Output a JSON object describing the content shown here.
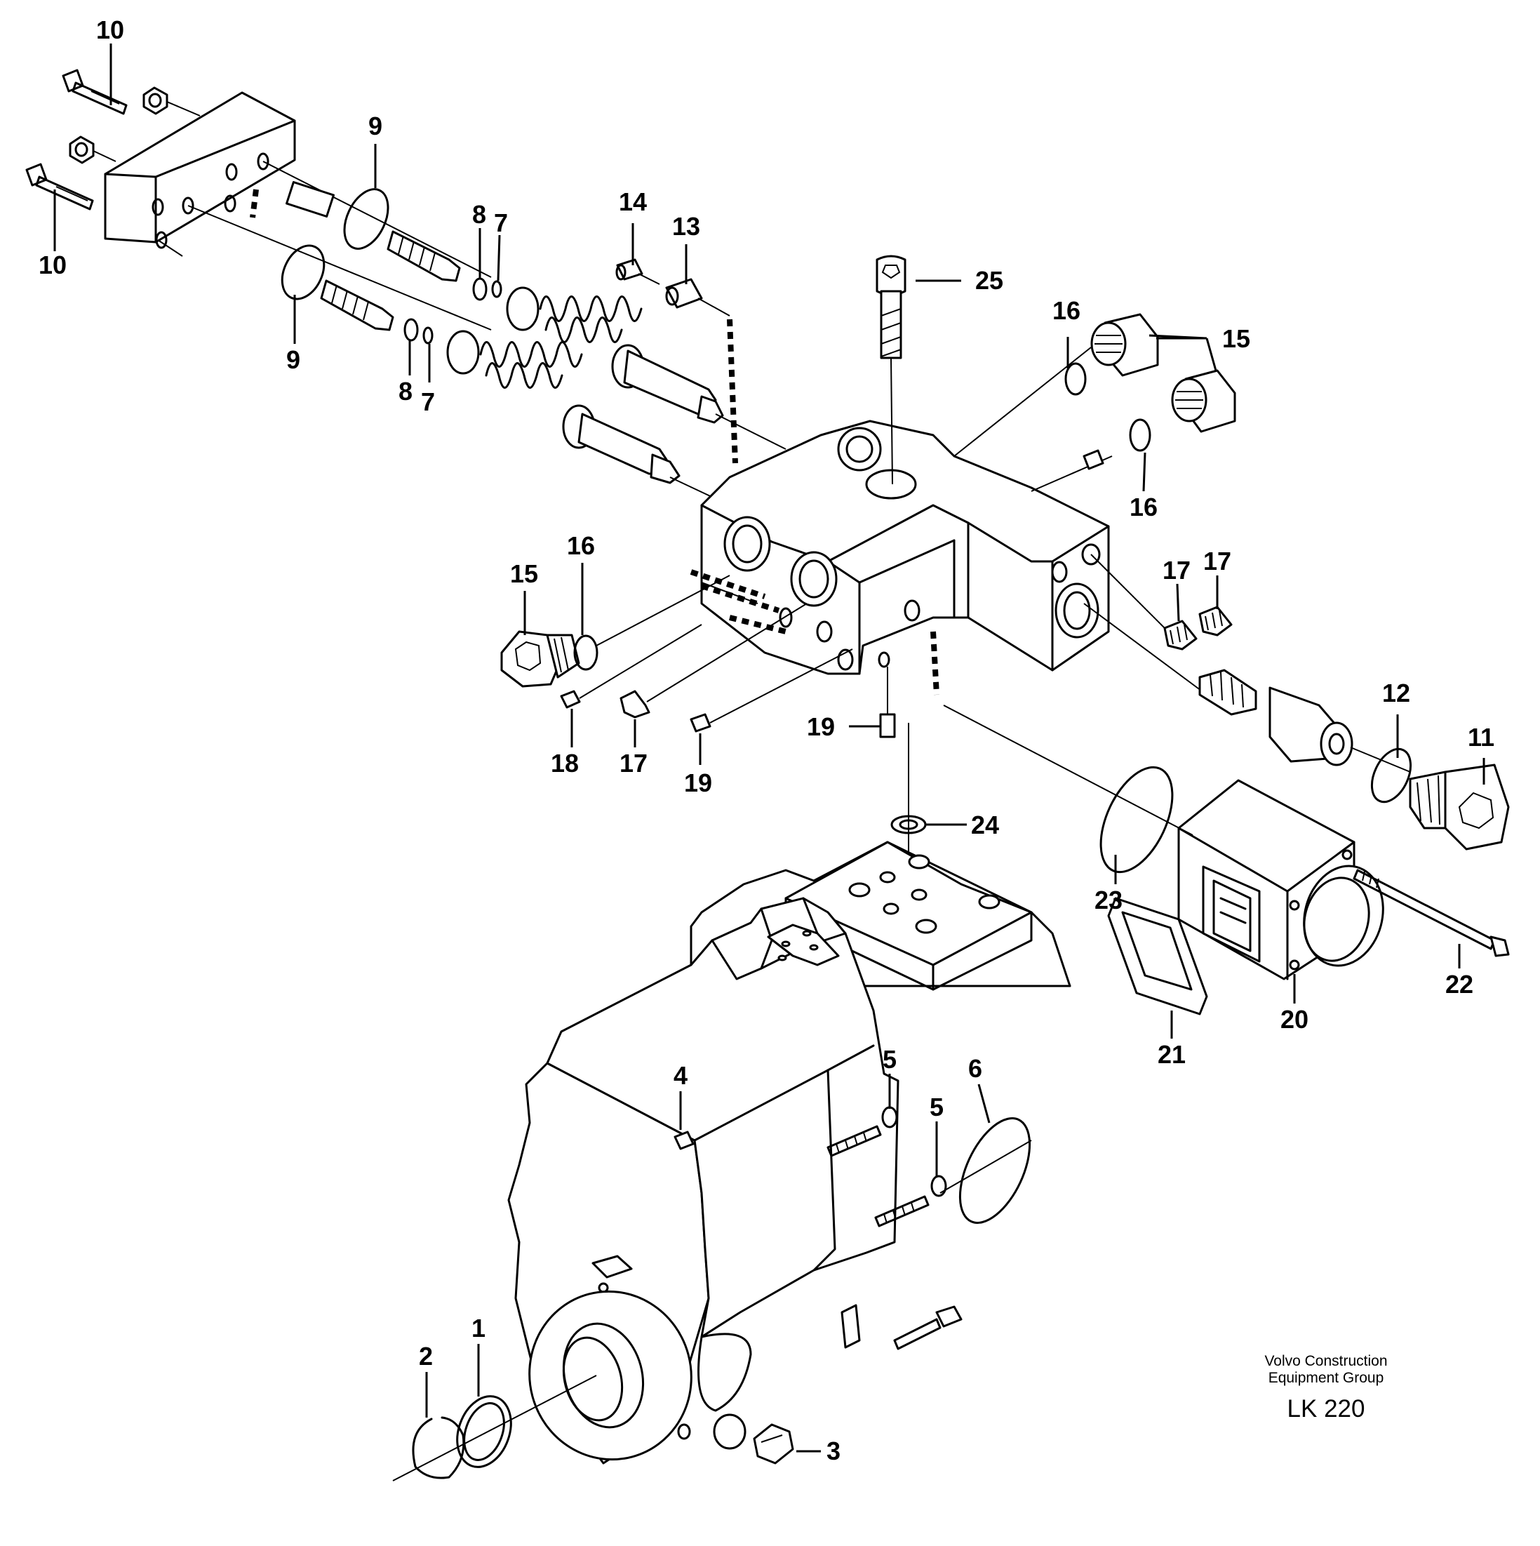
{
  "callouts": {
    "c1": "1",
    "c2": "2",
    "c3": "3",
    "c4": "4",
    "c5a": "5",
    "c5b": "5",
    "c6": "6",
    "c7a": "7",
    "c7b": "7",
    "c8a": "8",
    "c8b": "8",
    "c9a": "9",
    "c9b": "9",
    "c10a": "10",
    "c10b": "10",
    "c11": "11",
    "c12": "12",
    "c13": "13",
    "c14": "14",
    "c15a": "15",
    "c15b": "15",
    "c16a": "16",
    "c16b": "16",
    "c16c": "16",
    "c17a": "17",
    "c17b": "17",
    "c17c": "17",
    "c18": "18",
    "c19a": "19",
    "c19b": "19",
    "c20": "20",
    "c21": "21",
    "c22": "22",
    "c23": "23",
    "c24": "24",
    "c25": "25"
  },
  "footer": {
    "company_line1": "Volvo Construction",
    "company_line2": "Equipment Group",
    "code": "LK 220"
  }
}
